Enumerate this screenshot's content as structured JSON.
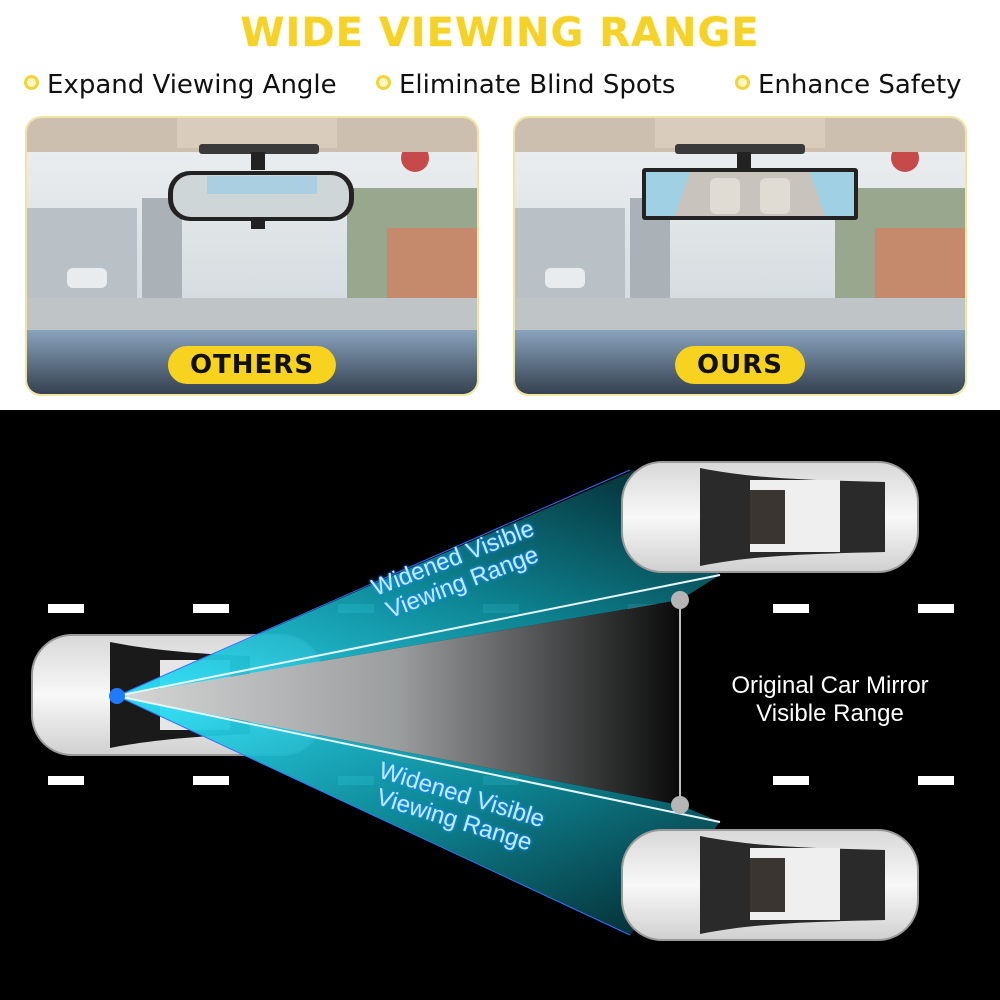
{
  "header": {
    "title": "WIDE VIEWING RANGE",
    "bullets": [
      {
        "label": "Expand Viewing Angle"
      },
      {
        "label": "Eliminate Blind Spots"
      },
      {
        "label": "Enhance Safety"
      }
    ]
  },
  "comparison": {
    "panels": [
      {
        "badge": "OTHERS",
        "mirror": "standard-curved-mirror"
      },
      {
        "badge": "OURS",
        "mirror": "wide-panoramic-mirror"
      }
    ]
  },
  "diagram": {
    "upper_label": [
      "Widened Visible",
      "Viewing Range"
    ],
    "lower_label": [
      "Widened Visible",
      "Viewing Range"
    ],
    "original_label": [
      "Original Car Mirror",
      "Visible Range"
    ],
    "colors": {
      "accent_yellow": "#f4d22a",
      "cone_cyan": "#1fd0e6",
      "source_dot": "#1e7bff",
      "background": "#000000"
    }
  }
}
